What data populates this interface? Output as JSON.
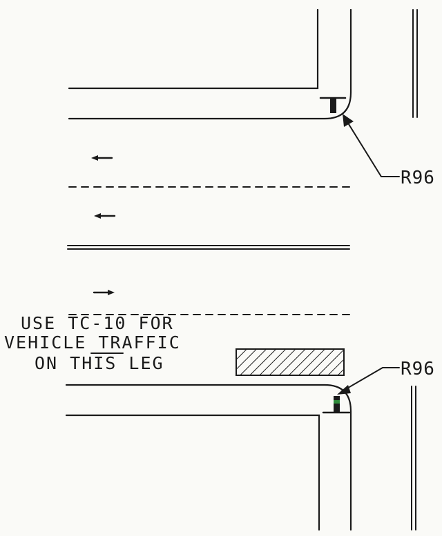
{
  "callouts": {
    "top_label": "R96",
    "bottom_label": "R96"
  },
  "note": {
    "line1": "USE TC-10 FOR",
    "line2": "VEHICLE TRAFFIC",
    "line3": "ON THIS LEG"
  },
  "colors": {
    "ink": "#1a1a1a",
    "paper": "#fafaf7",
    "sign_accent": "#2e8b3a"
  },
  "icons": {
    "lane_arrow": "arrow-left",
    "lane_arrow_right": "arrow-right"
  }
}
